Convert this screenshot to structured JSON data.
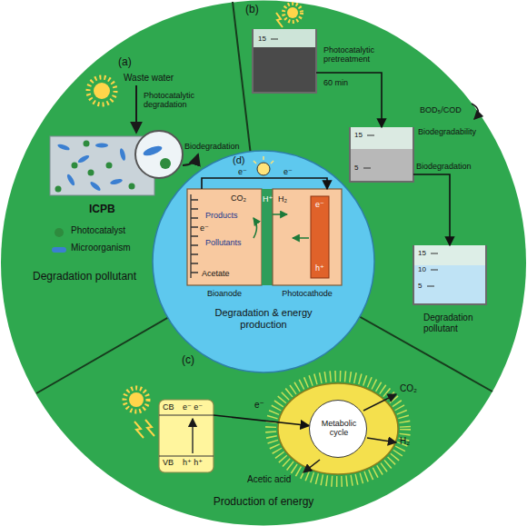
{
  "diagram": {
    "nodes": [
      {
        "text": [
          "(d)",
          "Degradation & energy production"
        ]
      },
      {
        "text": [
          "Products",
          "Pollutants",
          "Acetate",
          "Bioanode"
        ],
        "in": 0
      },
      {
        "text": [
          "H₂",
          "Photocathode"
        ],
        "in": 0
      },
      {
        "text": [
          "CB",
          "e⁻ e⁻",
          "VB",
          "h⁺ h⁺"
        ]
      },
      {
        "text": [
          "Metabolic cycle"
        ]
      },
      {
        "text": [
          "15"
        ]
      },
      {
        "text": [
          "15",
          "5"
        ]
      },
      {
        "text": [
          "15",
          "10",
          "5"
        ]
      }
    ],
    "edges": [
      {
        "from": 1,
        "to": 2,
        "label": "e⁻",
        "arrow": "to"
      },
      {
        "from": 3,
        "to": 4,
        "label": "e⁻",
        "arrow": "to"
      },
      {
        "from": 5,
        "to": 6,
        "arrow": "to"
      },
      {
        "from": 6,
        "to": 7,
        "label": "Biodegradation",
        "arrow": "to"
      }
    ],
    "labels": [
      "(a)",
      "Waste water",
      "Photocatalytic degradation",
      "Biodegradation",
      "ICPB",
      "Degradation pollutant",
      "(b)",
      "Photocatalytic pretreatment",
      "60 min",
      "BOD₅/COD",
      "Biodegradability",
      "Degradation pollutant",
      "(c)",
      "CO₂",
      "H₂",
      "Acetic acid",
      "Production of energy",
      "e⁻",
      "CO₂",
      "H⁺",
      "e⁻",
      "e⁻",
      "h⁺"
    ],
    "legend": [
      {
        "text": "Photocatalyst",
        "color": "#2e8b3e"
      },
      {
        "text": "Microorganism",
        "color": "#3b7fd1"
      }
    ]
  }
}
